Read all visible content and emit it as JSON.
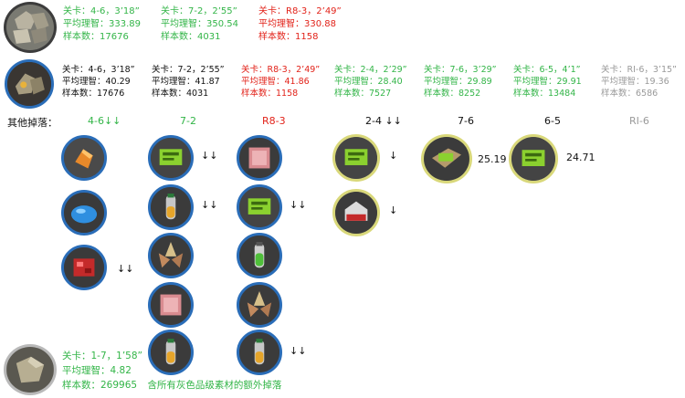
{
  "summary_labels": {
    "stage": "关卡：",
    "avg": "平均理智：",
    "samples": "样本数："
  },
  "top_section": {
    "item_icon": "rock-aggregate-icon",
    "stages": [
      {
        "stage": "4-6，3’18”",
        "avg": "333.89",
        "samples": "17676",
        "color": "#33b548"
      },
      {
        "stage": "7-2，2’55”",
        "avg": "350.54",
        "samples": "4031",
        "color": "#33b548"
      },
      {
        "stage": "R8-3，2’49”",
        "avg": "330.88",
        "samples": "1158",
        "color": "#e2231a"
      }
    ]
  },
  "mid_section": {
    "item_icon": "stone-device-icon",
    "stages": [
      {
        "stage": "4-6，3’18”",
        "avg": "40.29",
        "samples": "17676",
        "color": "#111111"
      },
      {
        "stage": "7-2，2’55”",
        "avg": "41.87",
        "samples": "4031",
        "color": "#111111"
      },
      {
        "stage": "R8-3，2’49”",
        "avg": "41.86",
        "samples": "1158",
        "color": "#e2231a"
      },
      {
        "stage": "2-4，2’29”",
        "avg": "28.40",
        "samples": "7527",
        "color": "#33b548"
      },
      {
        "stage": "7-6，3’29”",
        "avg": "29.89",
        "samples": "8252",
        "color": "#33b548"
      },
      {
        "stage": "6-5，4’1”",
        "avg": "29.91",
        "samples": "13484",
        "color": "#33b548"
      },
      {
        "stage": "RI-6，3’15”",
        "avg": "19.36",
        "samples": "6586",
        "color": "#9a9a9a"
      }
    ]
  },
  "other_drops": {
    "label": "其他掉落：",
    "columns": [
      {
        "name": "4-6",
        "arrows": "↓↓",
        "color": "#33b548"
      },
      {
        "name": "7-2",
        "arrows": "",
        "color": "#33b548"
      },
      {
        "name": "R8-3",
        "arrows": "",
        "color": "#e2231a"
      },
      {
        "name": "2-4",
        "arrows": "↓↓",
        "color": "#111111"
      },
      {
        "name": "7-6",
        "arrows": "",
        "color": "#111111"
      },
      {
        "name": "6-5",
        "arrows": "",
        "color": "#111111"
      },
      {
        "name": "RI-6",
        "arrows": "",
        "color": "#9a9a9a"
      }
    ],
    "drops": {
      "col_4_6": [
        {
          "icon": "orange-crystal-icon",
          "mark": ""
        },
        {
          "icon": "blue-gel-icon",
          "mark": ""
        },
        {
          "icon": "red-device-icon",
          "mark": "↓↓"
        }
      ],
      "col_7_2": [
        {
          "icon": "green-chip-icon",
          "mark": "↓↓"
        },
        {
          "icon": "vial-icon",
          "mark": "↓↓"
        },
        {
          "icon": "crystal-shards-icon",
          "mark": ""
        },
        {
          "icon": "pink-block-icon",
          "mark": ""
        },
        {
          "icon": "vial-icon",
          "mark": ""
        }
      ],
      "col_r8_3": [
        {
          "icon": "pink-block-icon",
          "mark": ""
        },
        {
          "icon": "green-chip-icon",
          "mark": "↓↓"
        },
        {
          "icon": "green-vial-icon",
          "mark": ""
        },
        {
          "icon": "crystal-shards-icon",
          "mark": ""
        },
        {
          "icon": "vial-icon",
          "mark": "↓↓"
        }
      ],
      "col_2_4": [
        {
          "icon": "green-chip-icon",
          "mark": "↓"
        },
        {
          "icon": "red-box-icon",
          "mark": "↓"
        }
      ],
      "col_7_6": [
        {
          "icon": "green-pack-icon",
          "value": "25.19"
        }
      ],
      "col_6_5": [
        {
          "icon": "green-chip-icon",
          "value": "24.71"
        }
      ]
    }
  },
  "bottom_section": {
    "item_icon": "rock-chunk-icon",
    "stage": "1-7，1’58”",
    "avg": "4.82",
    "samples": "269965",
    "note": "含所有灰色品级素材的额外掉落",
    "color": "#33b548"
  }
}
